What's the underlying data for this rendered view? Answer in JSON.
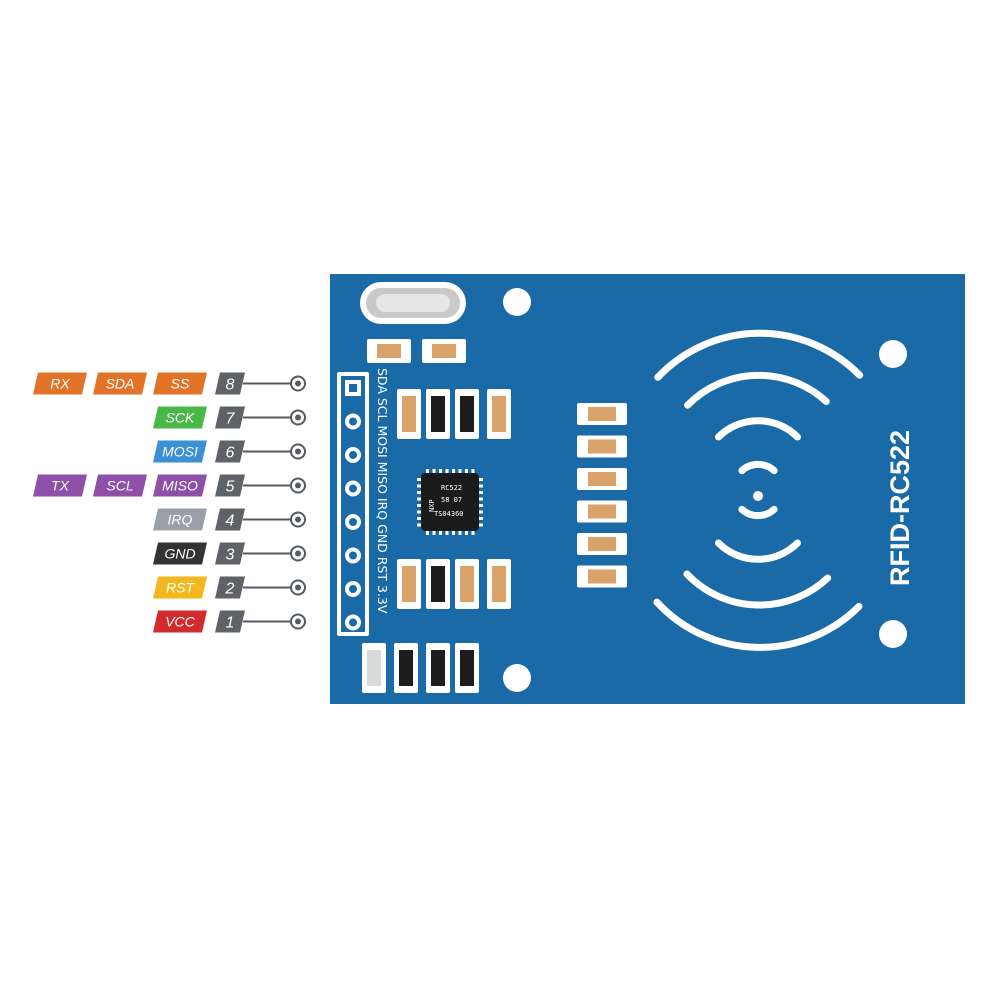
{
  "colors": {
    "board": "#1a6aa8",
    "pin_number_bg": "#5f6266",
    "trace": "#555a5f",
    "sda_group": "#e2742a",
    "sck": "#4ab848",
    "mosi": "#3b8fd4",
    "miso_group": "#8e4fa8",
    "irq": "#9aa0a6",
    "gnd": "#333333",
    "rst": "#f2b81d",
    "vcc": "#d12b2b"
  },
  "board": {
    "title": "RFID-RC522",
    "chip": {
      "line1": "RC522",
      "line2": "58    07",
      "line3": "TS04360",
      "brand": "NXP"
    },
    "header_label": "SDA SCL MOSI MISO IRQ GND RST 3.3V"
  },
  "pins": [
    {
      "number": "8",
      "tags": [
        "RX",
        "SDA",
        "SS"
      ],
      "tag_color": [
        "sda_group",
        "sda_group",
        "sda_group"
      ]
    },
    {
      "number": "7",
      "tags": [
        "SCK"
      ],
      "tag_color": [
        "sck"
      ]
    },
    {
      "number": "6",
      "tags": [
        "MOSI"
      ],
      "tag_color": [
        "mosi"
      ]
    },
    {
      "number": "5",
      "tags": [
        "TX",
        "SCL",
        "MISO"
      ],
      "tag_color": [
        "miso_group",
        "miso_group",
        "miso_group"
      ]
    },
    {
      "number": "4",
      "tags": [
        "IRQ"
      ],
      "tag_color": [
        "irq"
      ]
    },
    {
      "number": "3",
      "tags": [
        "GND"
      ],
      "tag_color": [
        "gnd"
      ]
    },
    {
      "number": "2",
      "tags": [
        "RST"
      ],
      "tag_color": [
        "rst"
      ]
    },
    {
      "number": "1",
      "tags": [
        "VCC"
      ],
      "tag_color": [
        "vcc"
      ]
    }
  ]
}
